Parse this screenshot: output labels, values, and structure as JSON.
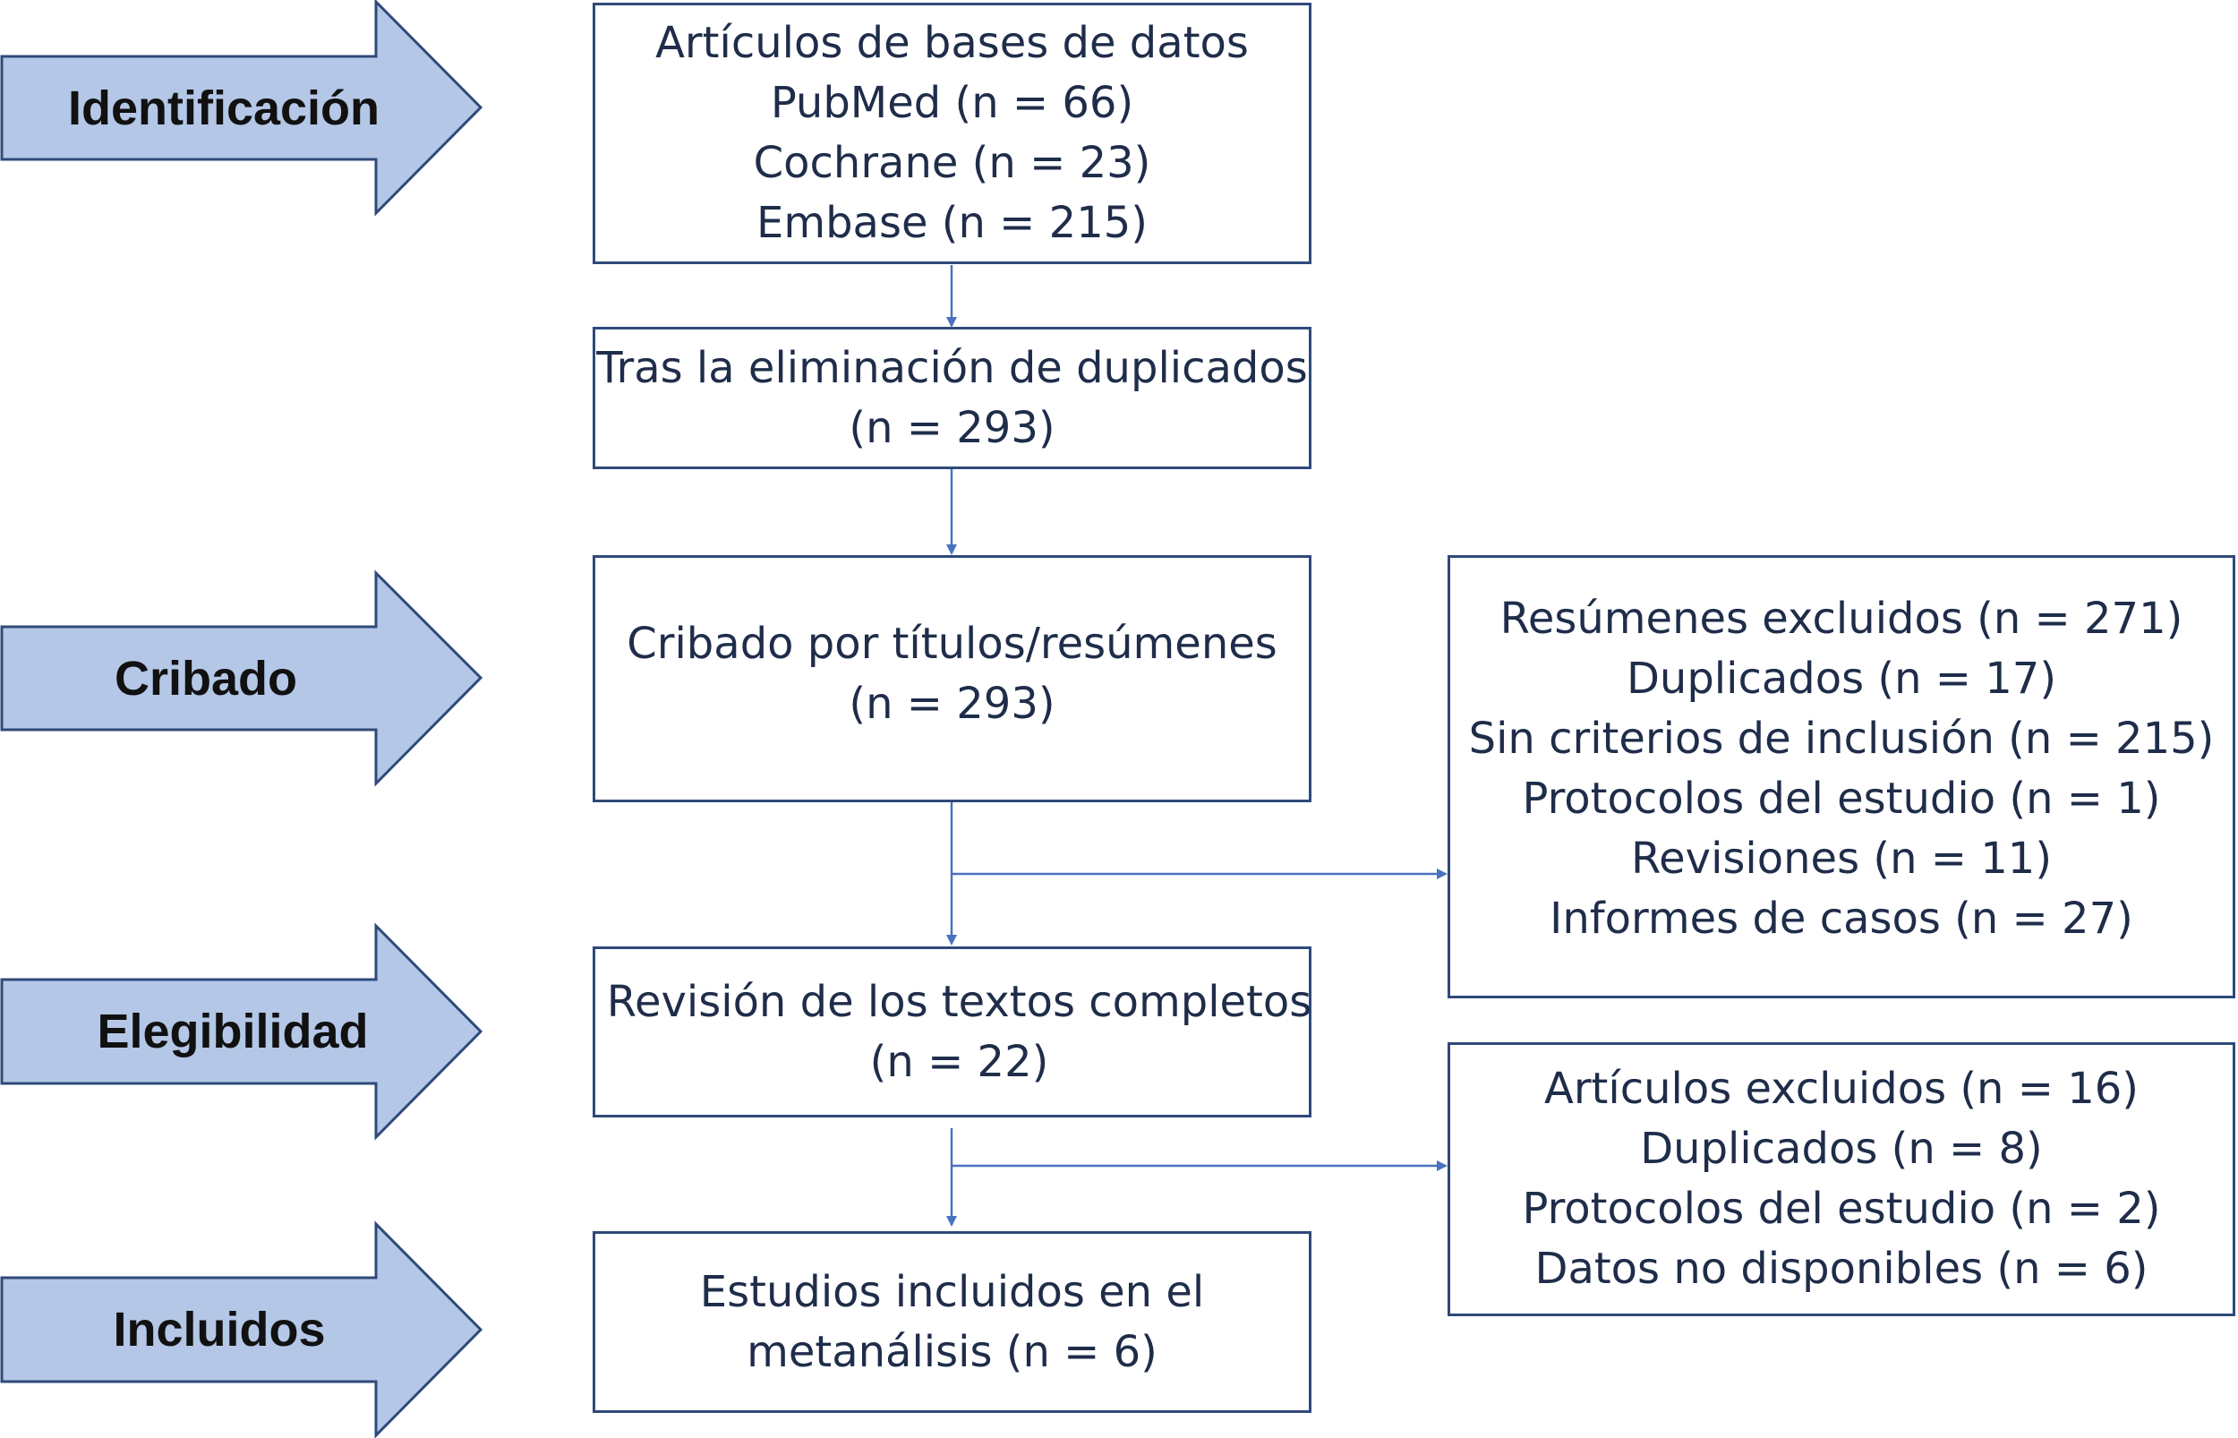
{
  "colors": {
    "stage_arrow_fill": "#b4c7e7",
    "stage_arrow_stroke": "#2f4a7a",
    "box_border": "#2f4a7a",
    "connector": "#4a72c0",
    "text": "#1f2d4a"
  },
  "stages": [
    {
      "label": "Identificación"
    },
    {
      "label": "Cribado"
    },
    {
      "label": "Elegibilidad"
    },
    {
      "label": "Incluidos"
    }
  ],
  "boxes": {
    "identification": {
      "lines": [
        "Artículos de bases de datos",
        "PubMed (n = 66)",
        "Cochrane (n = 23)",
        "Embase (n = 215)"
      ]
    },
    "after_duplicates": {
      "lines": [
        "Tras la eliminación de duplicados",
        "(n = 293)"
      ]
    },
    "screening": {
      "lines": [
        "Cribado por títulos/resúmenes",
        "(n = 293)"
      ]
    },
    "excluded_abstracts": {
      "lines": [
        "Resúmenes excluidos (n = 271)",
        "Duplicados (n = 17)",
        "Sin criterios de inclusión (n = 215)",
        "Protocolos del estudio (n = 1)",
        "Revisiones (n = 11)",
        "Informes de casos (n = 27)"
      ]
    },
    "full_text_review": {
      "lines": [
        "Revisión de los textos completos",
        "(n = 22)"
      ]
    },
    "excluded_articles": {
      "lines": [
        "Artículos excluidos (n = 16)",
        "Duplicados (n = 8)",
        "Protocolos del estudio (n = 2)",
        "Datos no disponibles (n = 6)"
      ]
    },
    "included": {
      "lines": [
        "Estudios incluidos en el",
        "metanálisis (n = 6)"
      ]
    }
  }
}
